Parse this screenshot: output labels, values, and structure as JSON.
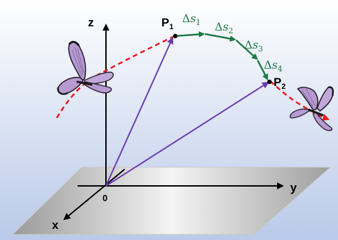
{
  "axes": {
    "x_label": "x",
    "y_label": "y",
    "z_label": "z",
    "origin_label": "0"
  },
  "points": {
    "p1": "P",
    "p1_sub": "1",
    "p2": "P",
    "p2_sub": "2"
  },
  "segments": [
    {
      "delta": "Δ",
      "var": "s",
      "sub": "1"
    },
    {
      "delta": "Δ",
      "var": "s",
      "sub": "2"
    },
    {
      "delta": "Δ",
      "var": "s",
      "sub": "3"
    },
    {
      "delta": "Δ",
      "var": "s",
      "sub": "4"
    }
  ],
  "colors": {
    "path_dashed": "#e8191e",
    "path_solid": "#1e7a45",
    "position_vectors": "#6a3bb0",
    "plane": "#b9b9b9",
    "background_top": "#ffffff",
    "background_bottom": "#b9c9e9",
    "butterfly_wing": "#b79ad1"
  },
  "icons": [
    "butterfly-left-icon",
    "butterfly-right-icon"
  ]
}
